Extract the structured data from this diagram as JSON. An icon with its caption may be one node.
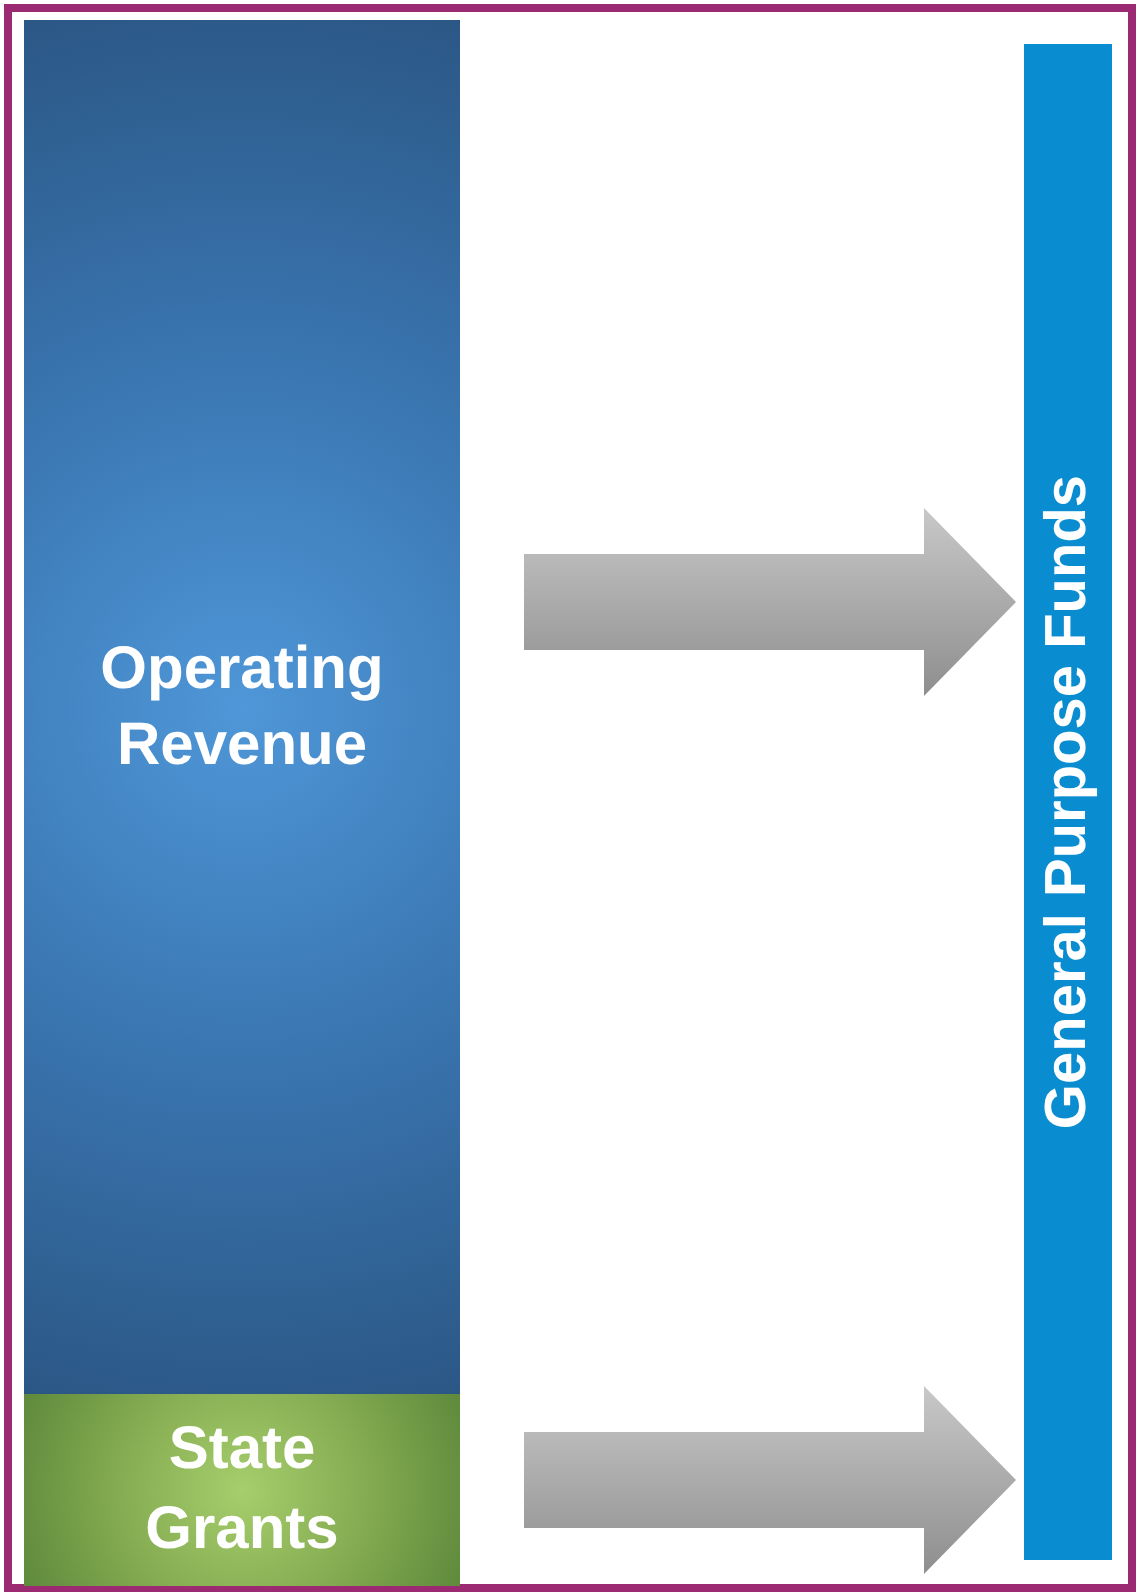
{
  "diagram": {
    "nodes": [
      {
        "text": [
          "Operating Revenue"
        ]
      },
      {
        "text": [
          "State Grants"
        ]
      },
      {
        "text": [
          "General Purpose Funds"
        ]
      }
    ],
    "edges": [
      {
        "from": 0,
        "to": 2,
        "arrow": "to",
        "style": "thick"
      },
      {
        "from": 1,
        "to": 2,
        "arrow": "to",
        "style": "thick"
      }
    ]
  }
}
